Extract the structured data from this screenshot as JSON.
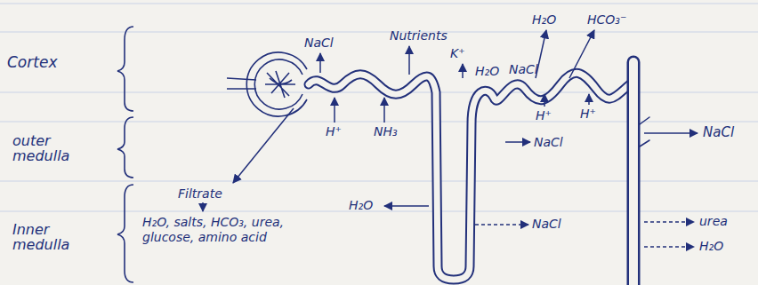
{
  "diagram": {
    "labels": [
      "Cortex",
      "outer medulla",
      "Inner medulla",
      "NaCl",
      "Nutrients",
      "H₂O",
      "HCO₃⁻",
      "K⁺",
      "H₂O",
      "NaCl",
      "H⁺",
      "NH₃",
      "H⁺",
      "H⁺",
      "NaCl",
      "NaCl",
      "urea",
      "H₂O",
      "H₂O",
      "NaCl",
      "Filtrate",
      "H₂O, salts, HCO₃, urea, glucose, amino acid"
    ]
  }
}
